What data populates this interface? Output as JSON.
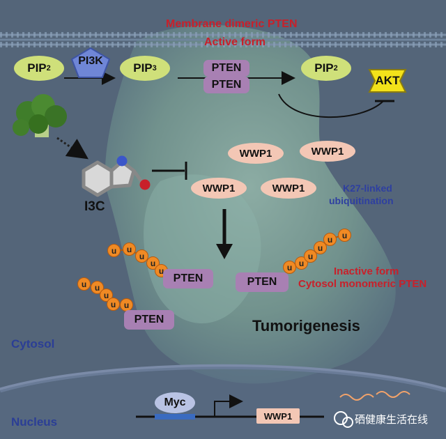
{
  "membrane": {
    "title": "Membrane dimeric PTEN",
    "subtitle": "Active form",
    "pip2_left_base": "PIP",
    "pip2_left_sub": "2",
    "pi3k": "PI3K",
    "pip3_base": "PIP",
    "pip3_sub": "3",
    "pten_top": "PTEN",
    "pten_bottom": "PTEN",
    "pip2_right_base": "PIP",
    "pip2_right_sub": "2",
    "akt": "AKT"
  },
  "inhibitor": {
    "name": "I3C"
  },
  "wwp1": {
    "labels": [
      "WWP1",
      "WWP1",
      "WWP1",
      "WWP1"
    ],
    "note_line1": "K27-linked",
    "note_line2": "ubiquitination"
  },
  "cytosol": {
    "pten_labels": [
      "PTEN",
      "PTEN",
      "PTEN"
    ],
    "ub_label": "u",
    "inactive_line1": "Inactive form",
    "inactive_line2": "Cytosol monomeric PTEN",
    "outcome": "Tumorigenesis",
    "compartment": "Cytosol"
  },
  "nucleus": {
    "compartment": "Nucleus",
    "myc": "Myc",
    "gene": "WWP1"
  },
  "watermark": "硒健康生活在线",
  "colors": {
    "background": "#4e5f74",
    "ubiquitin": "#f08a24",
    "pten": "#a880b3",
    "wwp1": "#f3c7b5",
    "lipid": "#cfe07a",
    "akt": "#f3e21a",
    "pi3k": "#6f86d6",
    "accent_red": "#c8202a",
    "accent_blue": "#2e3fa0"
  }
}
